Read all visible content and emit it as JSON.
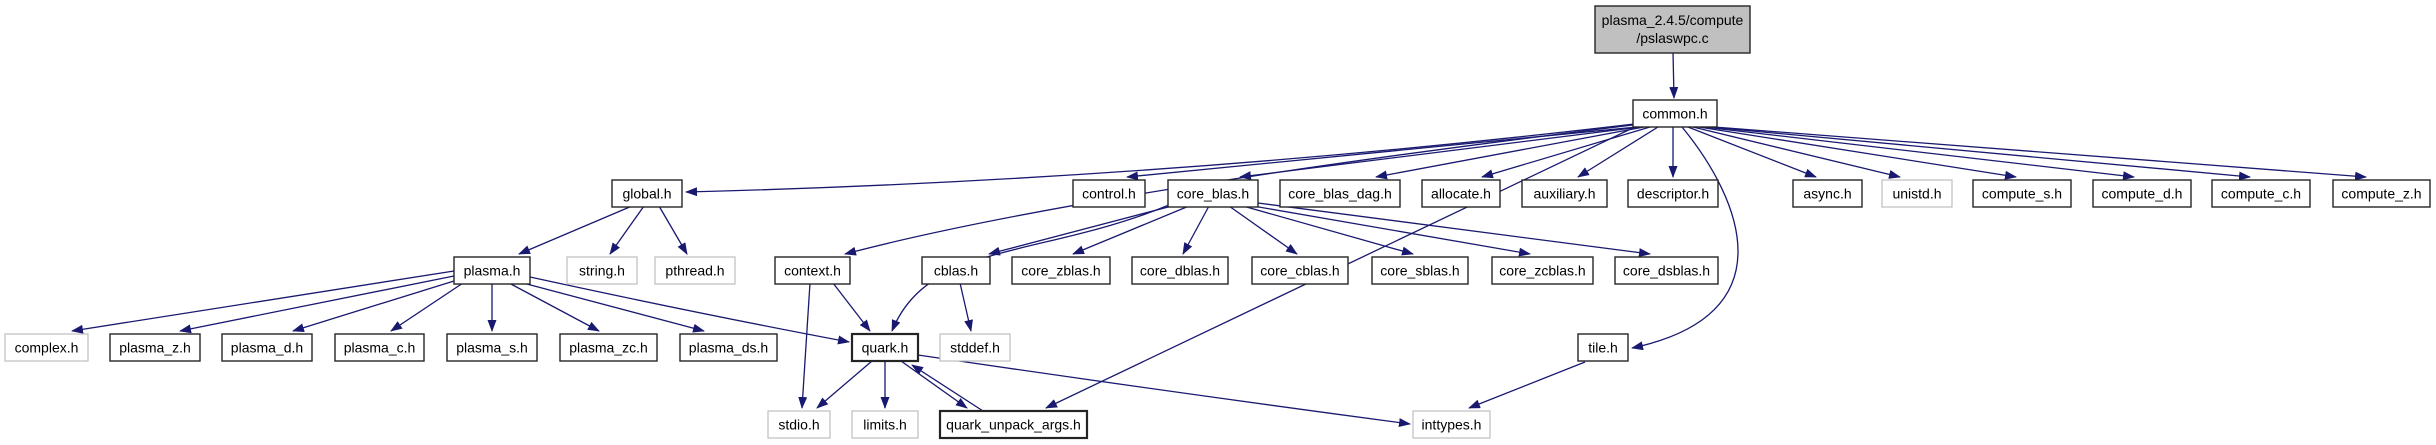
{
  "diagram": {
    "title": "include dependency graph for plasma_2.4.5/compute/pslaswpc.c",
    "type": "include-dependency-graph",
    "colors": {
      "edge": "#191970",
      "node_fill": "#ffffff",
      "root_fill": "#c0c0c0",
      "internal_border": "#242424",
      "external_border": "#bfbfbf",
      "text": "#000000",
      "background": "#ffffff"
    },
    "nodes": [
      {
        "id": "root",
        "label": "plasma_2.4.5/compute\n/pslaswpc.c",
        "kind": "root"
      },
      {
        "id": "common_h",
        "label": "common.h",
        "kind": "internal"
      },
      {
        "id": "global_h",
        "label": "global.h",
        "kind": "internal"
      },
      {
        "id": "control_h",
        "label": "control.h",
        "kind": "internal"
      },
      {
        "id": "core_blas_h",
        "label": "core_blas.h",
        "kind": "internal"
      },
      {
        "id": "core_blas_dag_h",
        "label": "core_blas_dag.h",
        "kind": "internal"
      },
      {
        "id": "allocate_h",
        "label": "allocate.h",
        "kind": "internal"
      },
      {
        "id": "auxiliary_h",
        "label": "auxiliary.h",
        "kind": "internal"
      },
      {
        "id": "descriptor_h",
        "label": "descriptor.h",
        "kind": "internal"
      },
      {
        "id": "async_h",
        "label": "async.h",
        "kind": "internal"
      },
      {
        "id": "unistd_h",
        "label": "unistd.h",
        "kind": "external"
      },
      {
        "id": "compute_s_h",
        "label": "compute_s.h",
        "kind": "internal"
      },
      {
        "id": "compute_d_h",
        "label": "compute_d.h",
        "kind": "internal"
      },
      {
        "id": "compute_c_h",
        "label": "compute_c.h",
        "kind": "internal"
      },
      {
        "id": "compute_z_h",
        "label": "compute_z.h",
        "kind": "internal"
      },
      {
        "id": "plasma_h",
        "label": "plasma.h",
        "kind": "internal"
      },
      {
        "id": "string_h",
        "label": "string.h",
        "kind": "external"
      },
      {
        "id": "pthread_h",
        "label": "pthread.h",
        "kind": "external"
      },
      {
        "id": "context_h",
        "label": "context.h",
        "kind": "internal"
      },
      {
        "id": "cblas_h",
        "label": "cblas.h",
        "kind": "internal"
      },
      {
        "id": "core_zblas_h",
        "label": "core_zblas.h",
        "kind": "internal"
      },
      {
        "id": "core_dblas_h",
        "label": "core_dblas.h",
        "kind": "internal"
      },
      {
        "id": "core_cblas_h",
        "label": "core_cblas.h",
        "kind": "internal"
      },
      {
        "id": "core_sblas_h",
        "label": "core_sblas.h",
        "kind": "internal"
      },
      {
        "id": "core_zcblas_h",
        "label": "core_zcblas.h",
        "kind": "internal"
      },
      {
        "id": "core_dsblas_h",
        "label": "core_dsblas.h",
        "kind": "internal"
      },
      {
        "id": "complex_h",
        "label": "complex.h",
        "kind": "external"
      },
      {
        "id": "plasma_z_h",
        "label": "plasma_z.h",
        "kind": "internal"
      },
      {
        "id": "plasma_d_h",
        "label": "plasma_d.h",
        "kind": "internal"
      },
      {
        "id": "plasma_c_h",
        "label": "plasma_c.h",
        "kind": "internal"
      },
      {
        "id": "plasma_s_h",
        "label": "plasma_s.h",
        "kind": "internal"
      },
      {
        "id": "plasma_zc_h",
        "label": "plasma_zc.h",
        "kind": "internal"
      },
      {
        "id": "plasma_ds_h",
        "label": "plasma_ds.h",
        "kind": "internal"
      },
      {
        "id": "quark_h",
        "label": "quark.h",
        "kind": "internal",
        "bold": true
      },
      {
        "id": "stddef_h",
        "label": "stddef.h",
        "kind": "external"
      },
      {
        "id": "tile_h",
        "label": "tile.h",
        "kind": "internal"
      },
      {
        "id": "stdio_h",
        "label": "stdio.h",
        "kind": "external"
      },
      {
        "id": "limits_h",
        "label": "limits.h",
        "kind": "external"
      },
      {
        "id": "quark_unpack_args_h",
        "label": "quark_unpack_args.h",
        "kind": "internal",
        "bold": true
      },
      {
        "id": "inttypes_h",
        "label": "inttypes.h",
        "kind": "external"
      }
    ],
    "edges": [
      {
        "from": "root",
        "to": "common_h"
      },
      {
        "from": "common_h",
        "to": "global_h"
      },
      {
        "from": "common_h",
        "to": "control_h"
      },
      {
        "from": "common_h",
        "to": "core_blas_h"
      },
      {
        "from": "common_h",
        "to": "core_blas_dag_h"
      },
      {
        "from": "common_h",
        "to": "allocate_h"
      },
      {
        "from": "common_h",
        "to": "auxiliary_h"
      },
      {
        "from": "common_h",
        "to": "descriptor_h"
      },
      {
        "from": "common_h",
        "to": "async_h"
      },
      {
        "from": "common_h",
        "to": "unistd_h"
      },
      {
        "from": "common_h",
        "to": "compute_s_h"
      },
      {
        "from": "common_h",
        "to": "compute_d_h"
      },
      {
        "from": "common_h",
        "to": "compute_c_h"
      },
      {
        "from": "common_h",
        "to": "compute_z_h"
      },
      {
        "from": "common_h",
        "to": "context_h"
      },
      {
        "from": "common_h",
        "to": "tile_h"
      },
      {
        "from": "common_h",
        "to": "quark_unpack_args_h"
      },
      {
        "from": "global_h",
        "to": "plasma_h"
      },
      {
        "from": "global_h",
        "to": "string_h"
      },
      {
        "from": "global_h",
        "to": "pthread_h"
      },
      {
        "from": "plasma_h",
        "to": "complex_h"
      },
      {
        "from": "plasma_h",
        "to": "plasma_z_h"
      },
      {
        "from": "plasma_h",
        "to": "plasma_d_h"
      },
      {
        "from": "plasma_h",
        "to": "plasma_c_h"
      },
      {
        "from": "plasma_h",
        "to": "plasma_s_h"
      },
      {
        "from": "plasma_h",
        "to": "plasma_zc_h"
      },
      {
        "from": "plasma_h",
        "to": "plasma_ds_h"
      },
      {
        "from": "plasma_h",
        "to": "quark_h"
      },
      {
        "from": "context_h",
        "to": "stdio_h"
      },
      {
        "from": "context_h",
        "to": "quark_h"
      },
      {
        "from": "core_blas_h",
        "to": "cblas_h"
      },
      {
        "from": "core_blas_h",
        "to": "quark_h"
      },
      {
        "from": "core_blas_h",
        "to": "core_zblas_h"
      },
      {
        "from": "core_blas_h",
        "to": "core_dblas_h"
      },
      {
        "from": "core_blas_h",
        "to": "core_cblas_h"
      },
      {
        "from": "core_blas_h",
        "to": "core_sblas_h"
      },
      {
        "from": "core_blas_h",
        "to": "core_zcblas_h"
      },
      {
        "from": "core_blas_h",
        "to": "core_dsblas_h"
      },
      {
        "from": "cblas_h",
        "to": "stddef_h"
      },
      {
        "from": "quark_h",
        "to": "stdio_h"
      },
      {
        "from": "quark_h",
        "to": "limits_h"
      },
      {
        "from": "quark_h",
        "to": "quark_unpack_args_h"
      },
      {
        "from": "quark_h",
        "to": "inttypes_h"
      },
      {
        "from": "quark_unpack_args_h",
        "to": "quark_h"
      },
      {
        "from": "tile_h",
        "to": "inttypes_h"
      }
    ]
  }
}
